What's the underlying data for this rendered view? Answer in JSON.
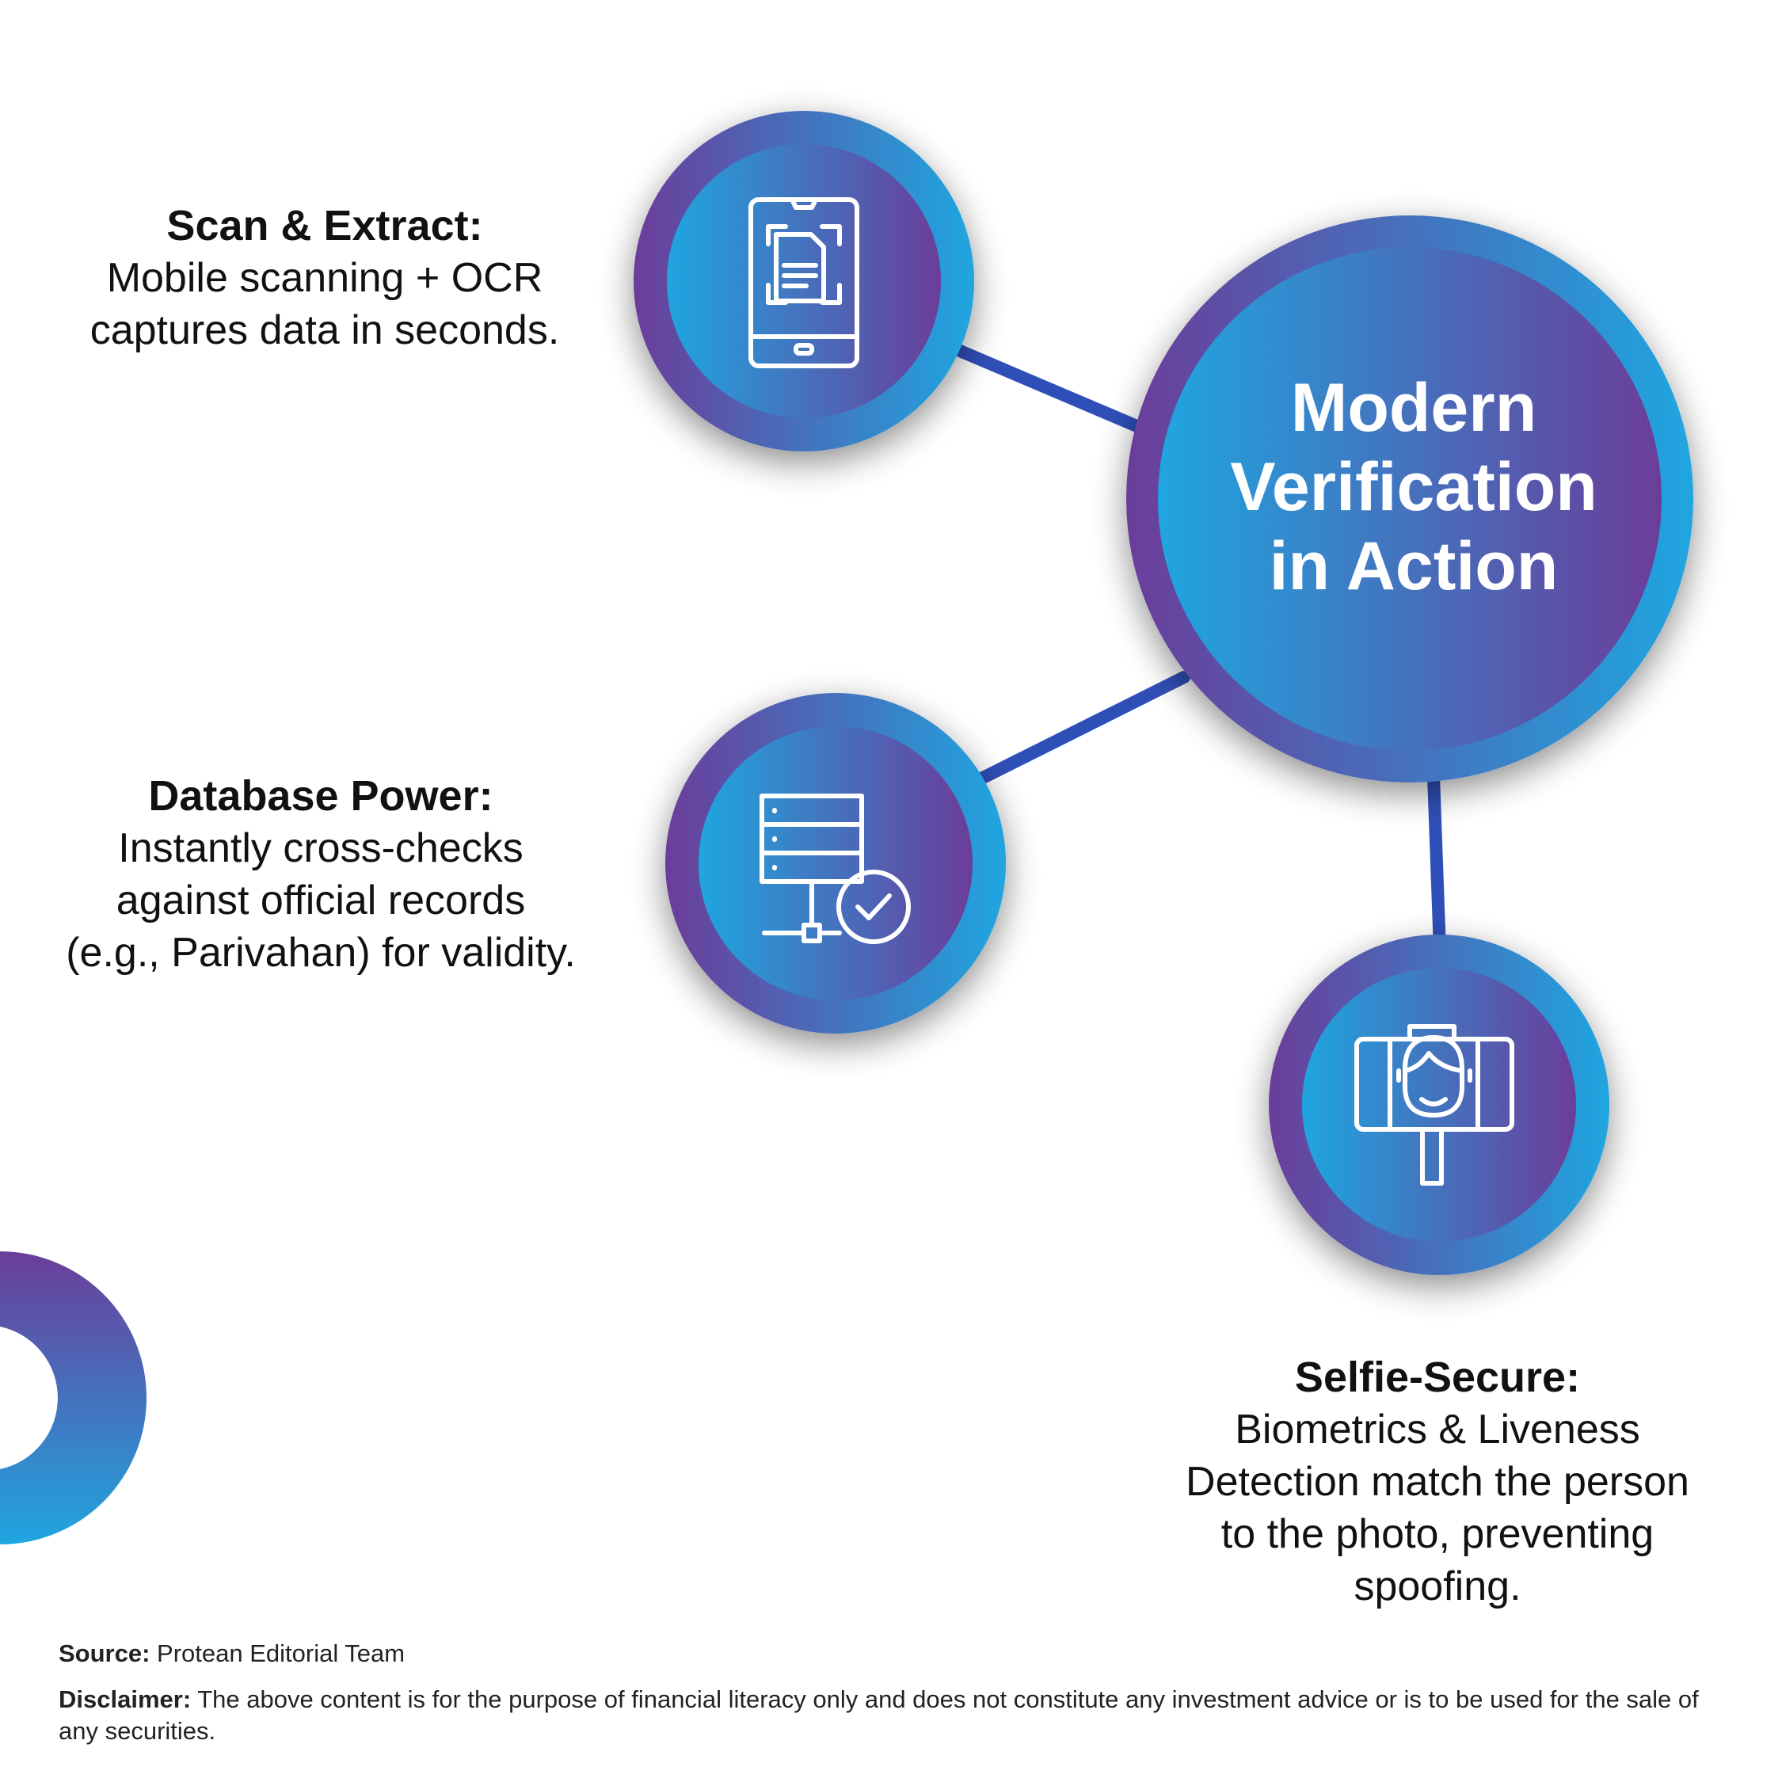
{
  "center": {
    "line1": "Modern",
    "line2": "Verification",
    "line3": "in Action"
  },
  "items": [
    {
      "title": "Scan & Extract:",
      "lines": [
        "Mobile scanning + OCR",
        "captures data in seconds."
      ],
      "icon": "phone-scan-icon"
    },
    {
      "title": "Database Power:",
      "lines": [
        "Instantly cross-checks",
        "against official records",
        "(e.g., Parivahan) for validity."
      ],
      "icon": "database-check-icon"
    },
    {
      "title": "Selfie-Secure:",
      "lines": [
        "Biometrics & Liveness",
        "Detection match the person",
        "to the photo, preventing",
        "spoofing."
      ],
      "icon": "selfie-stick-icon"
    }
  ],
  "footer": {
    "source_label": "Source:",
    "source_text": "Protean Editorial Team",
    "disclaimer_label": "Disclaimer:",
    "disclaimer_text": "The above content is for the purpose of financial literacy only and does not constitute any investment advice or is to be used for the sale of any securities."
  },
  "colors": {
    "purple": "#6b3d9a",
    "blue": "#1fa6e0",
    "connector": "#2f4fb8"
  }
}
